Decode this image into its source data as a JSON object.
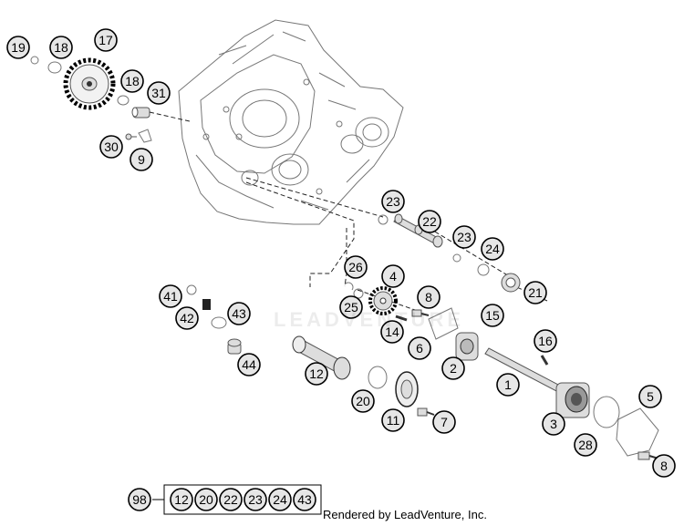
{
  "callouts": [
    "19",
    "18",
    "17",
    "18",
    "31",
    "30",
    "9",
    "23",
    "22",
    "23",
    "24",
    "21",
    "26",
    "4",
    "8",
    "25",
    "15",
    "14",
    "6",
    "16",
    "41",
    "42",
    "43",
    "44",
    "2",
    "12",
    "1",
    "20",
    "11",
    "7",
    "3",
    "5",
    "28",
    "8"
  ],
  "kit": {
    "number": "98",
    "items": [
      "12",
      "20",
      "22",
      "23",
      "24",
      "43"
    ]
  },
  "footer": "Rendered by LeadVenture, Inc.",
  "watermark": "LEADVENTURE"
}
